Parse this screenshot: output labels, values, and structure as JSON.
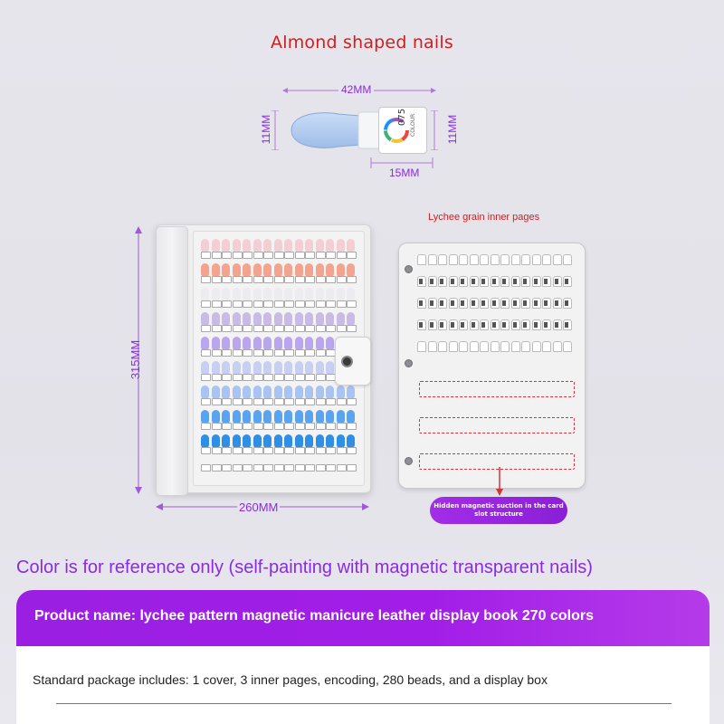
{
  "title": "Almond shaped nails",
  "nail_tip": {
    "width_label": "42MM",
    "height_left_label": "11MM",
    "height_right_label": "11MM",
    "tag_width_label": "15MM",
    "tag_number": "075",
    "tag_word": "COLOUR"
  },
  "book": {
    "height_label": "315MM",
    "width_label": "260MM"
  },
  "inner_page": {
    "label": "Lychee grain inner pages",
    "callout": "Hidden magnetic suction in the card slot structure"
  },
  "note": "Color is for reference only (self-painting with magnetic transparent nails)",
  "product": {
    "name": "Product name: lychee pattern magnetic manicure leather display book 270 colors",
    "package": "Standard package includes: 1 cover, 3 inner pages, encoding, 280 beads, and a display box"
  },
  "colors": {
    "accent": "#9a1fe2",
    "title_red": "#d01f1f",
    "dimension_purple": "#8a2be2"
  }
}
